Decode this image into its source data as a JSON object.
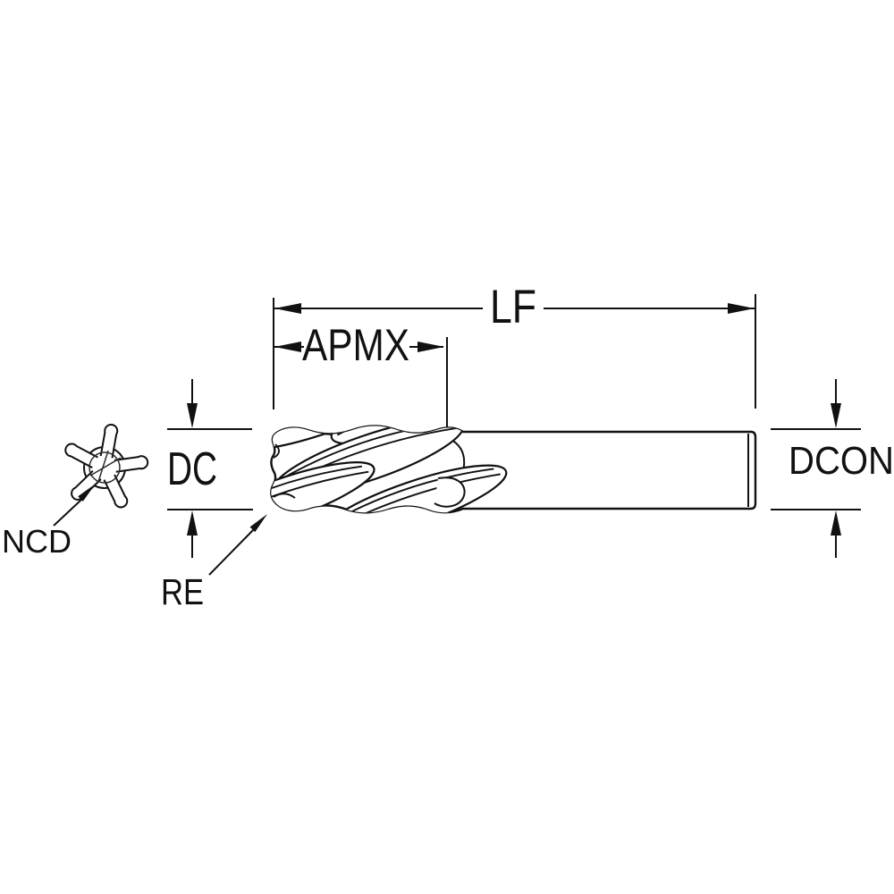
{
  "diagram": {
    "type": "technical-dimension-drawing",
    "subject": "end mill cutter side view with fluted end view",
    "background": "#ffffff",
    "line_color": "#111111",
    "labels": {
      "lf": "LF",
      "apmx": "APMX",
      "dc": "DC",
      "dcon": "DCON",
      "ncd": "NCD",
      "re": "RE"
    }
  }
}
